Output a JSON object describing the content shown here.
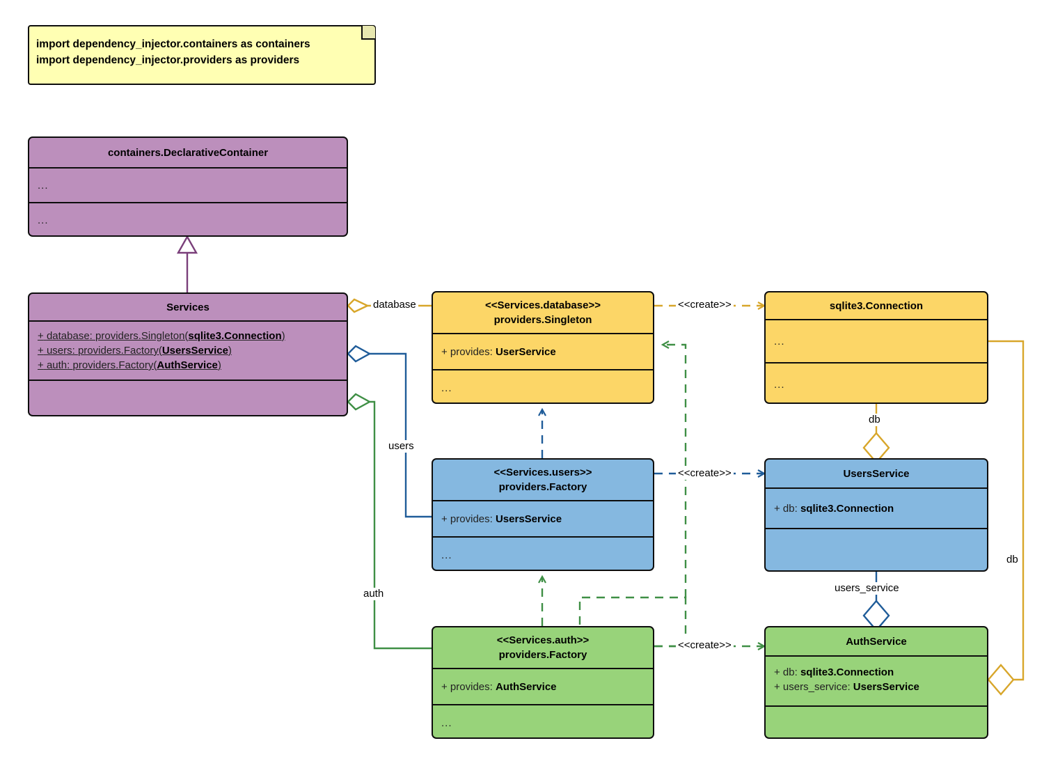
{
  "diagram": {
    "title": "dependency_injector services UML class diagram",
    "colors": {
      "purple": "#bc8fbc",
      "yellow": "#fcd667",
      "blue": "#85b8e0",
      "green": "#98d37a",
      "note": "#ffffb3",
      "outline": "#0d0d0d",
      "purple_edge": "#7a3f7a",
      "yellow_edge": "#d8a62a",
      "blue_edge": "#1f5c99",
      "green_edge": "#3f8f45"
    }
  },
  "note": {
    "line1": "import dependency_injector.containers as containers",
    "line2": "import dependency_injector.providers as providers"
  },
  "classes": {
    "declarative_container": {
      "name": "containers.DeclarativeContainer",
      "attributes": "...",
      "methods": "..."
    },
    "services": {
      "name": "Services",
      "attributes": [
        {
          "visibility": "+",
          "name": "database",
          "type": "providers.Singleton(",
          "bold": "sqlite3.Connection",
          "tail": ")"
        },
        {
          "visibility": "+",
          "name": "users",
          "type": "providers.Factory(",
          "bold": "UsersService",
          "tail": ")"
        },
        {
          "visibility": "+",
          "name": "auth",
          "type": "providers.Factory(",
          "bold": "AuthService",
          "tail": ")"
        }
      ],
      "methods": ""
    },
    "services_database": {
      "stereotype": "<<Services.database>>",
      "name": "providers.Singleton",
      "attribute_label": "+ provides: ",
      "attribute_bold": "UserService",
      "methods": "..."
    },
    "services_users": {
      "stereotype": "<<Services.users>>",
      "name": "providers.Factory",
      "attribute_label": "+ provides: ",
      "attribute_bold": "UsersService",
      "methods": "..."
    },
    "services_auth": {
      "stereotype": "<<Services.auth>>",
      "name": "providers.Factory",
      "attribute_label": "+ provides: ",
      "attribute_bold": "AuthService",
      "methods": "..."
    },
    "sqlite_connection": {
      "name": "sqlite3.Connection",
      "attributes": "...",
      "methods": "..."
    },
    "users_service": {
      "name": "UsersService",
      "attr1_label": "+ db: ",
      "attr1_bold": "sqlite3.Connection",
      "methods": ""
    },
    "auth_service": {
      "name": "AuthService",
      "attr1_label": "+ db: ",
      "attr1_bold": "sqlite3.Connection",
      "attr2_label": "+ users_service: ",
      "attr2_bold": "UsersService",
      "methods": ""
    }
  },
  "edges": {
    "database_label": "database",
    "users_label": "users",
    "auth_label": "auth",
    "create_database": "<<create>>",
    "create_users": "<<create>>",
    "create_auth": "<<create>>",
    "db_users_service": "db",
    "db_auth_service": "db",
    "users_service_label": "users_service"
  }
}
